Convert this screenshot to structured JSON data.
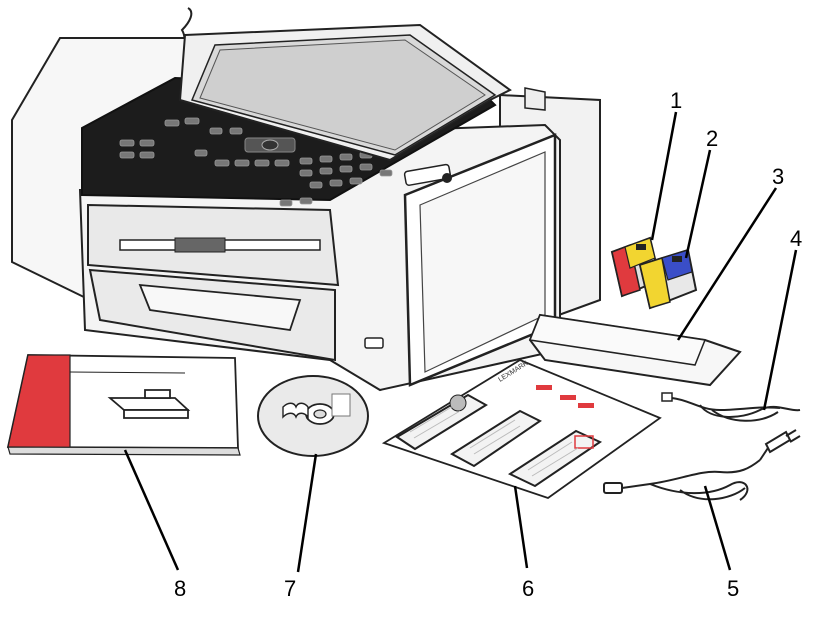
{
  "callouts": {
    "c1": "1",
    "c2": "2",
    "c3": "3",
    "c4": "4",
    "c5": "5",
    "c6": "6",
    "c7": "7",
    "c8": "8"
  },
  "brand": "LEXMARK",
  "colors": {
    "printer_black": "#1c1c1c",
    "printer_white": "#f4f4f4",
    "accent_red": "#e03a3e",
    "cartridge_yellow": "#f2d530",
    "cartridge_blue": "#3a4ec8",
    "line": "#000000"
  }
}
